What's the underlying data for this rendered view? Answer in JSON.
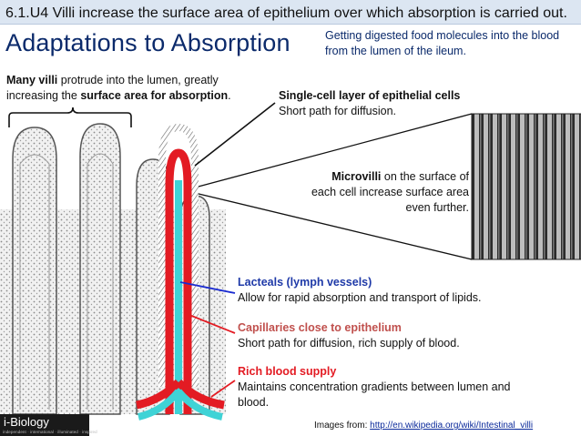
{
  "header": {
    "code": "6.1.U4",
    "statement": "Villi increase the surface area of epithelium over which absorption is carried out."
  },
  "title": "Adaptations to Absorption",
  "subtitle": "Getting digested food molecules into the blood from the lumen of the ileum.",
  "villi_note": {
    "bold1": "Many villi",
    "text1": " protrude into the lumen, greatly increasing the ",
    "bold2": "surface area for absorption",
    "text2": "."
  },
  "epithelium_note": {
    "heading": "Single-cell layer of epithelial cells",
    "body": "Short path for diffusion."
  },
  "microvilli_note": {
    "bold": "Microvilli",
    "body": " on the surface of each cell increase surface area even further."
  },
  "lacteal_note": {
    "heading": "Lacteals (lymph vessels)",
    "body": "Allow for rapid absorption and transport of lipids."
  },
  "capillary_note": {
    "heading": "Capillaries close to epithelium",
    "body": "Short path for diffusion, rich supply of blood."
  },
  "blood_note": {
    "heading": "Rich blood supply",
    "body": "Maintains concentration gradients between lumen and blood."
  },
  "logo": {
    "name": "i-Biology",
    "tagline": "independent · international · illuminated · inspired"
  },
  "credit": {
    "prefix": "Images from: ",
    "link": "http://en.wikipedia.org/wiki/Intestinal_villi"
  },
  "colors": {
    "title_blue": "#0b2a6b",
    "header_bg": "#dce6f2",
    "blood_red": "#e31b23",
    "lacteal_cyan": "#3fd3d6",
    "lacteal_pointer": "#1a2bd1"
  }
}
